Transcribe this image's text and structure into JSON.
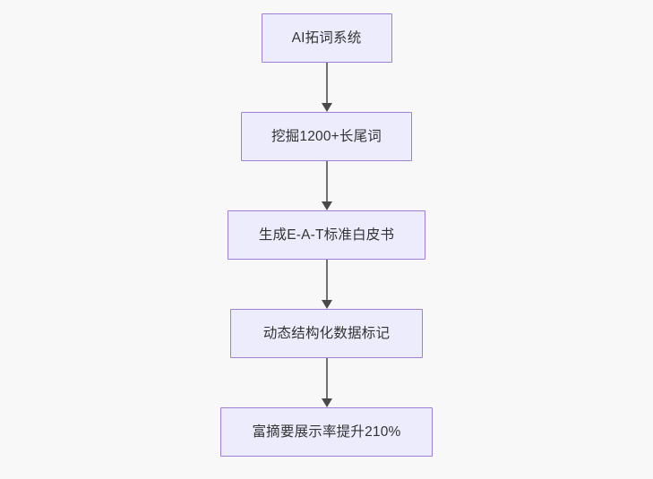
{
  "diagram": {
    "type": "flowchart",
    "orientation": "top-to-bottom",
    "background_color": "#f8f8f8",
    "node_fill_color": "#ececfd",
    "node_border_color": "#9d7fd6",
    "node_text_color": "#333333",
    "connector_color": "#707070",
    "arrowhead_color": "#4a4a4a",
    "nodes": [
      {
        "id": "n1",
        "label": "AI拓词系统"
      },
      {
        "id": "n2",
        "label": "挖掘1200+长尾词"
      },
      {
        "id": "n3",
        "label": "生成E-A-T标准白皮书"
      },
      {
        "id": "n4",
        "label": "动态结构化数据标记"
      },
      {
        "id": "n5",
        "label": "富摘要展示率提升210%"
      }
    ],
    "edges": [
      {
        "id": "e1",
        "from": "n1",
        "to": "n2",
        "label": ""
      },
      {
        "id": "e2",
        "from": "n2",
        "to": "n3",
        "label": ""
      },
      {
        "id": "e3",
        "from": "n3",
        "to": "n4",
        "label": ""
      },
      {
        "id": "e4",
        "from": "n4",
        "to": "n5",
        "label": ""
      }
    ]
  }
}
